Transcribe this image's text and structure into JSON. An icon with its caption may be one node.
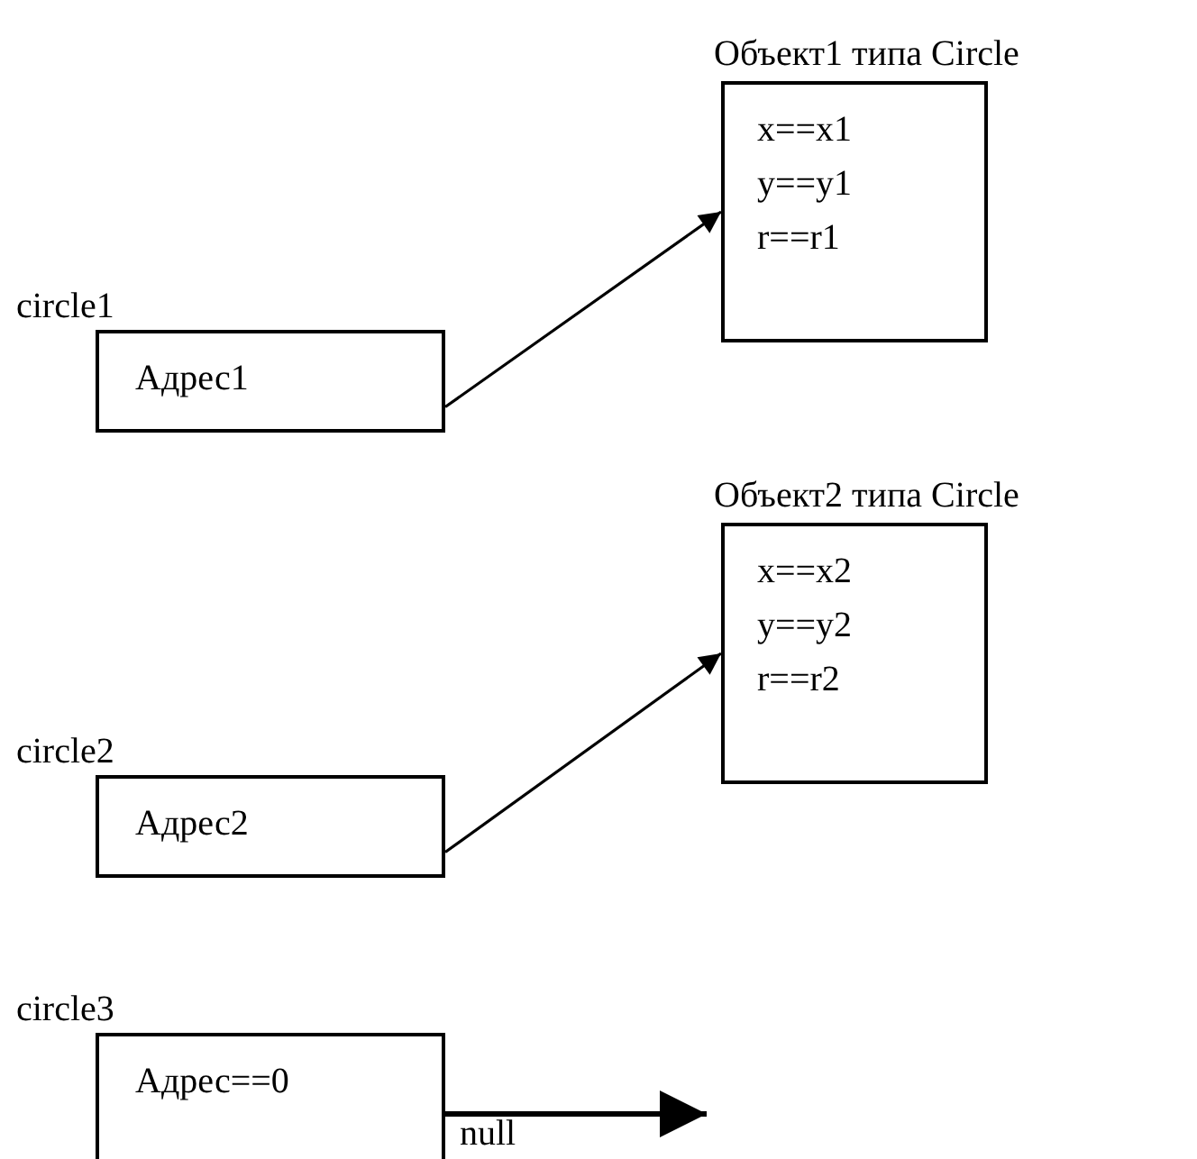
{
  "diagram": {
    "nodes": [
      {
        "text": [
          "circle1",
          "Адрес1"
        ]
      },
      {
        "text": [
          "Объект1 типа Circle",
          "x==x1",
          "y==y1",
          "r==r1"
        ]
      },
      {
        "text": [
          "circle2",
          "Адрес2"
        ]
      },
      {
        "text": [
          "Объект2 типа Circle",
          "x==x2",
          "y==y2",
          "r==r2"
        ]
      },
      {
        "text": [
          "circle3",
          "Адрес==0"
        ]
      }
    ],
    "edges": [
      {
        "from": 0,
        "to": 1,
        "arrow": "to"
      },
      {
        "from": 2,
        "to": 3,
        "arrow": "to"
      },
      {
        "from": 4,
        "to": null,
        "arrow": "to",
        "label": "null"
      }
    ]
  }
}
